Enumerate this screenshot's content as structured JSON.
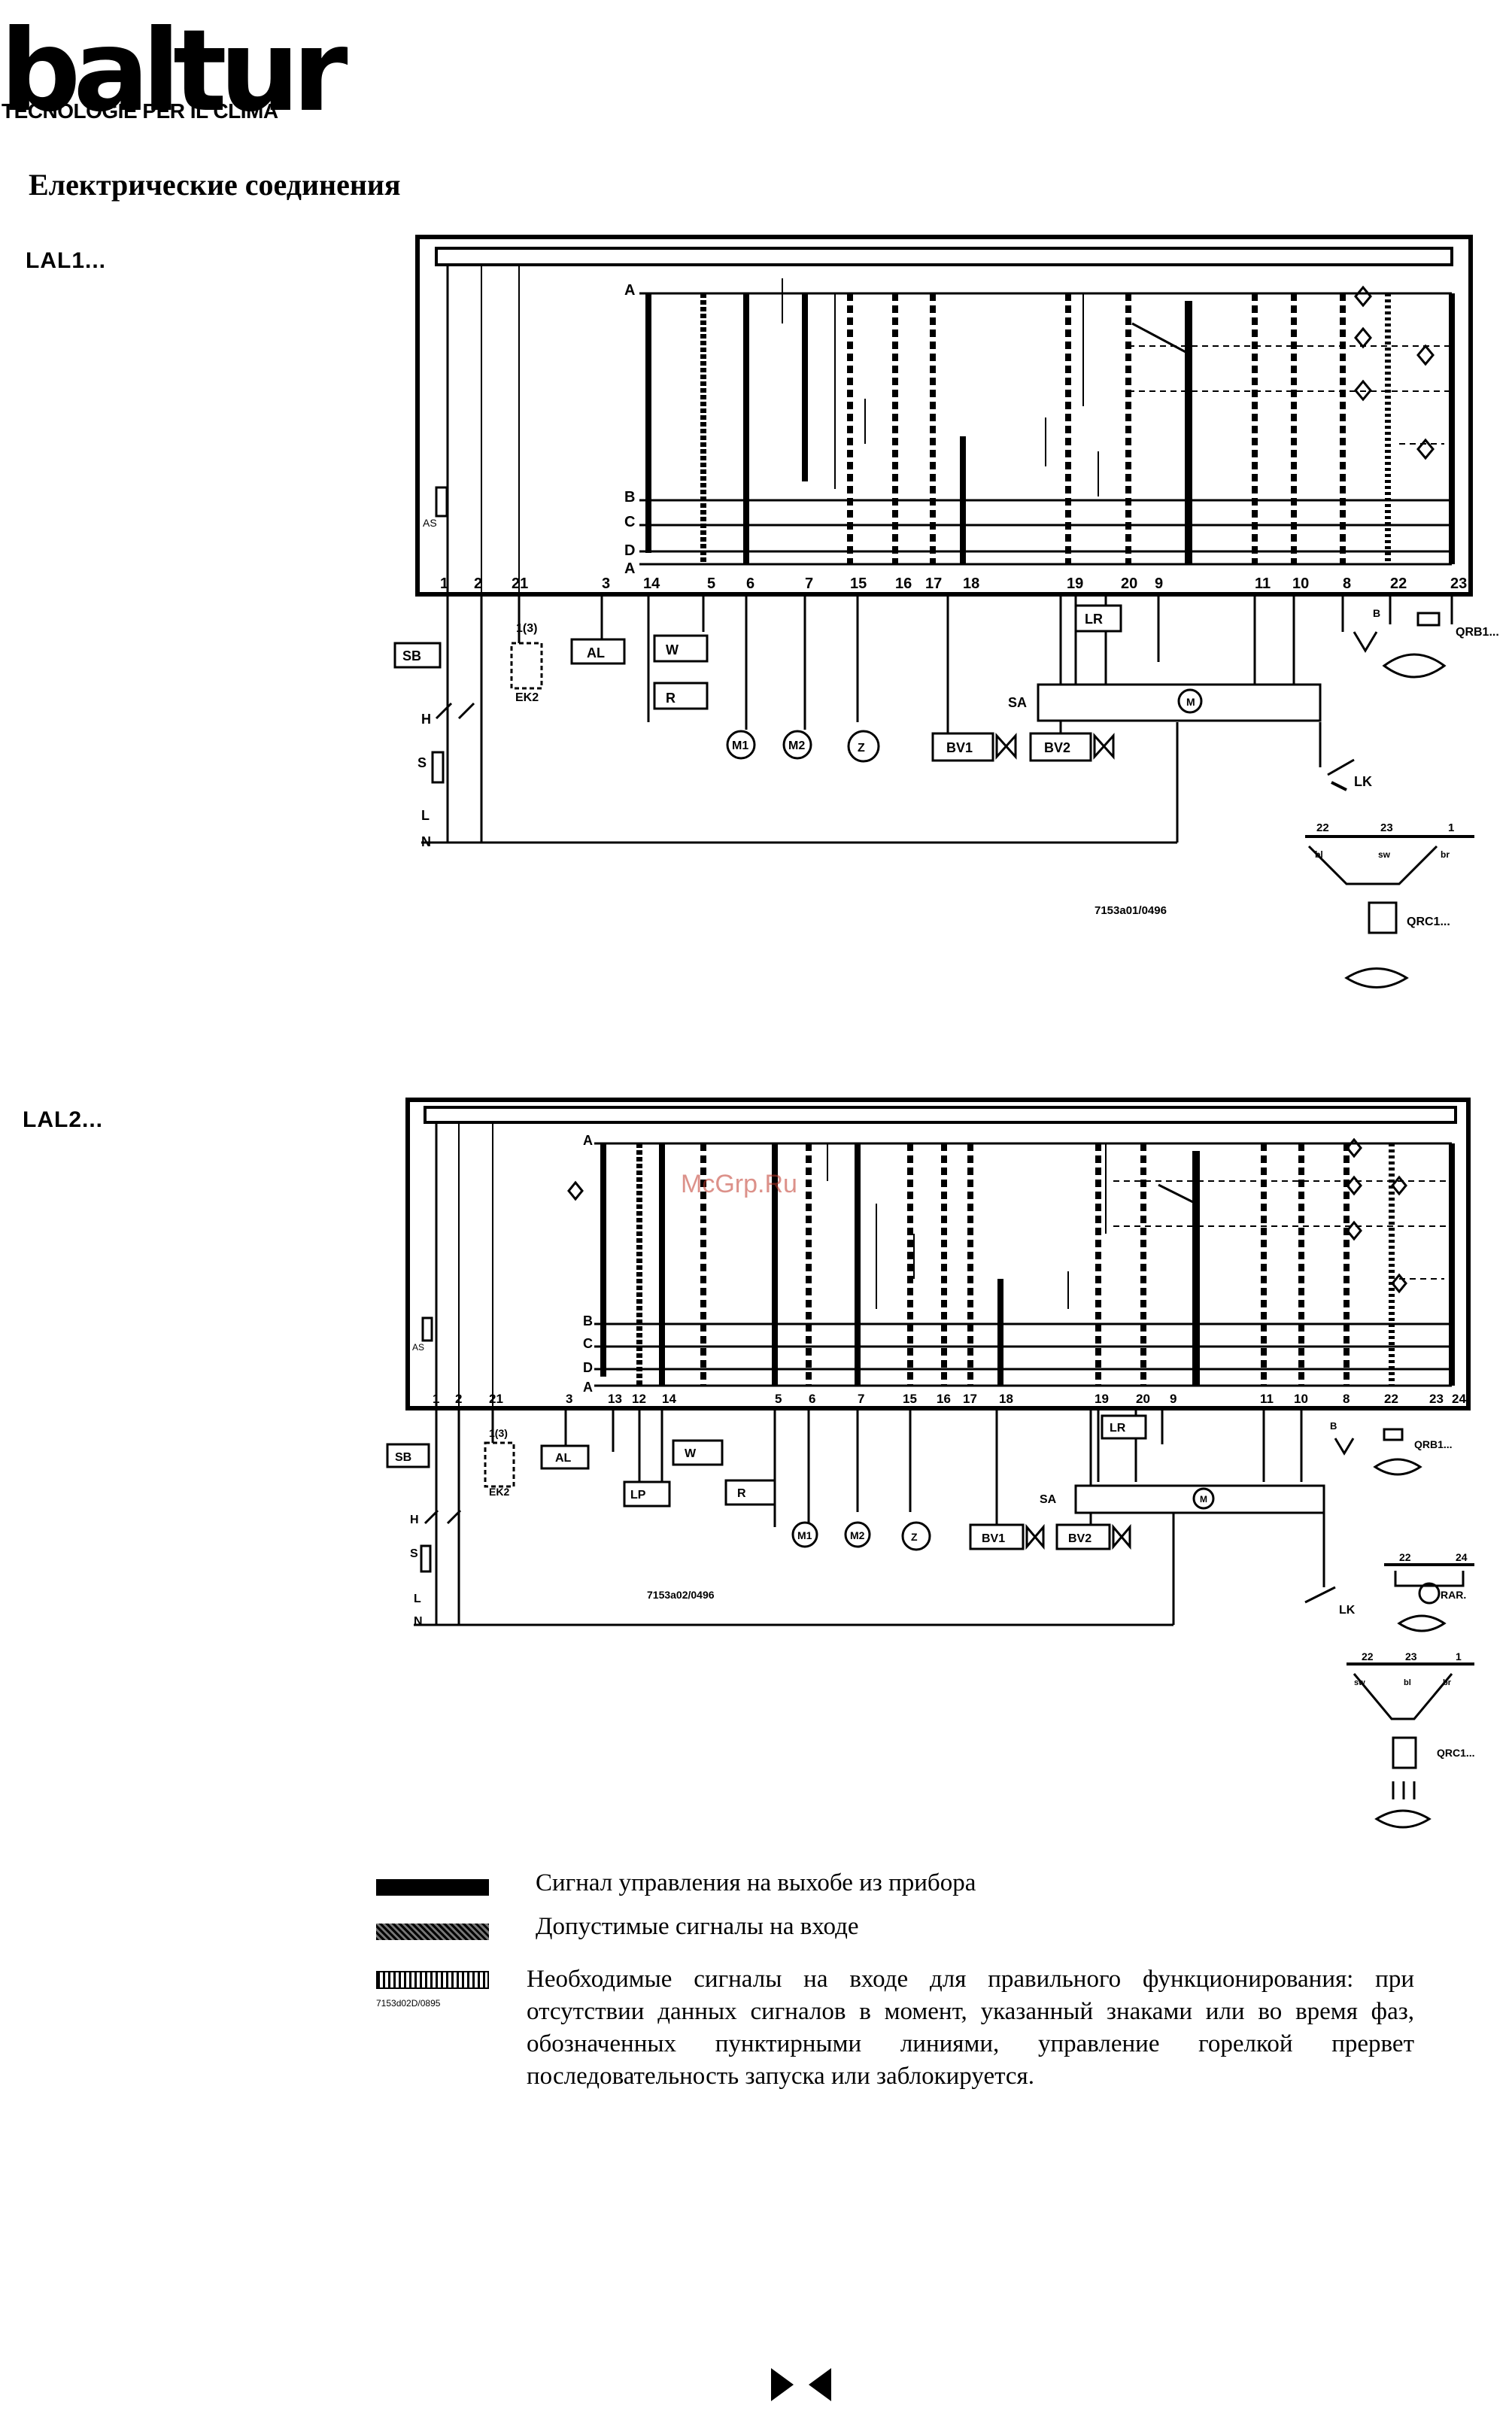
{
  "header": {
    "logo_text": "baltur",
    "tagline": "TECNOLOGIE PER IL CLIMA"
  },
  "page_title": "Електрические соединения",
  "watermark": "McGrp.Ru",
  "colors": {
    "signal_ink": "#000000",
    "watermark": "#c0392b"
  },
  "diagram_lal1": {
    "model": "LAL1...",
    "code": "7153a01/0496",
    "row_labels": [
      "A",
      "B",
      "C",
      "D",
      "A"
    ],
    "terminals": [
      "1",
      "2",
      "21",
      "3",
      "14",
      "5",
      "6",
      "7",
      "15",
      "16",
      "17",
      "18",
      "19",
      "20",
      "9",
      "11",
      "10",
      "8",
      "22",
      "23"
    ],
    "components": {
      "sb": "SB",
      "h": "H",
      "s": "S",
      "l": "L",
      "n": "N",
      "ek2": "EK2",
      "ek2_note": "1(3)",
      "al": "AL",
      "w": "W",
      "r": "R",
      "m1": "M1",
      "m2": "M2",
      "z": "Z",
      "bv1": "BV1",
      "bv2": "BV2",
      "lr": "LR",
      "sa": "SA",
      "motor": "M",
      "lk": "LK",
      "b": "B",
      "qrb": "QRB1...",
      "qrc": "QRC1...",
      "as": "AS"
    },
    "qrc_terminals": [
      "22",
      "23",
      "1"
    ],
    "qrc_wires": [
      "bl",
      "sw",
      "br"
    ]
  },
  "diagram_lal2": {
    "model": "LAL2...",
    "code": "7153a02/0496",
    "row_labels": [
      "A",
      "B",
      "C",
      "D",
      "A"
    ],
    "terminals": [
      "1",
      "2",
      "21",
      "3",
      "13",
      "12",
      "14",
      "5",
      "6",
      "7",
      "15",
      "16",
      "17",
      "18",
      "19",
      "20",
      "9",
      "11",
      "10",
      "8",
      "22",
      "23",
      "24"
    ],
    "components": {
      "sb": "SB",
      "h": "H",
      "s": "S",
      "l": "L",
      "n": "N",
      "ek2": "EK2",
      "ek2_note": "1(3)",
      "al": "AL",
      "w": "W",
      "lp": "LP",
      "r": "R",
      "m1": "M1",
      "m2": "M2",
      "z": "Z",
      "bv1": "BV1",
      "bv2": "BV2",
      "lr": "LR",
      "sa": "SA",
      "motor": "M",
      "lk": "LK",
      "b": "B",
      "qrb": "QRB1...",
      "rar": "RAR.",
      "qrc": "QRC1...",
      "as": "AS"
    },
    "rar_terminals": [
      "22",
      "24"
    ],
    "qrc_terminals": [
      "22",
      "23",
      "1"
    ],
    "qrc_wires": [
      "sw",
      "bl",
      "br"
    ]
  },
  "legend": {
    "items": [
      "Сигнал управления на выхобе из прибора",
      "Допустимые сигналы на входе",
      "Необходимые сигналы на входе для правильного функционирования: при отсутствии данных сигналов в момент, указанный знаками или во время фаз, обозначенных пунктирными линиями, управление горелкой прервет последовательность запуска или заблокируется."
    ],
    "code": "7153d02D/0895"
  }
}
